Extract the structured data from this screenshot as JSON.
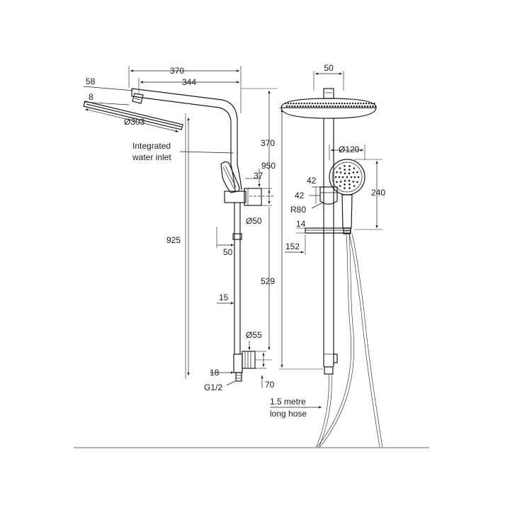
{
  "dimensions": {
    "arm_total": "370",
    "arm_inner": "344",
    "head_height": "58",
    "head_thickness": "8",
    "head_diameter": "Ø303",
    "arm_drop": "370",
    "overall_height": "950",
    "bracket_offset": "37",
    "bracket_diameter": "Ø50",
    "rail_to_bracket": "50",
    "head_width": "50",
    "handset_diameter": "Ø120",
    "holder_a": "42",
    "holder_b": "42",
    "holder_radius": "R80",
    "handset_length": "240",
    "shelf_thickness": "14",
    "shelf_depth": "152",
    "total_height": "925",
    "rail_span": "529",
    "rail_diameter": "15",
    "inlet_diameter": "Ø55",
    "inlet_offset": "18",
    "thread": "G1/2",
    "inlet_height": "70"
  },
  "labels": {
    "water_inlet_line1": "Integrated",
    "water_inlet_line2": "water inlet",
    "hose_line1": "1.5 metre",
    "hose_line2": "long hose"
  }
}
